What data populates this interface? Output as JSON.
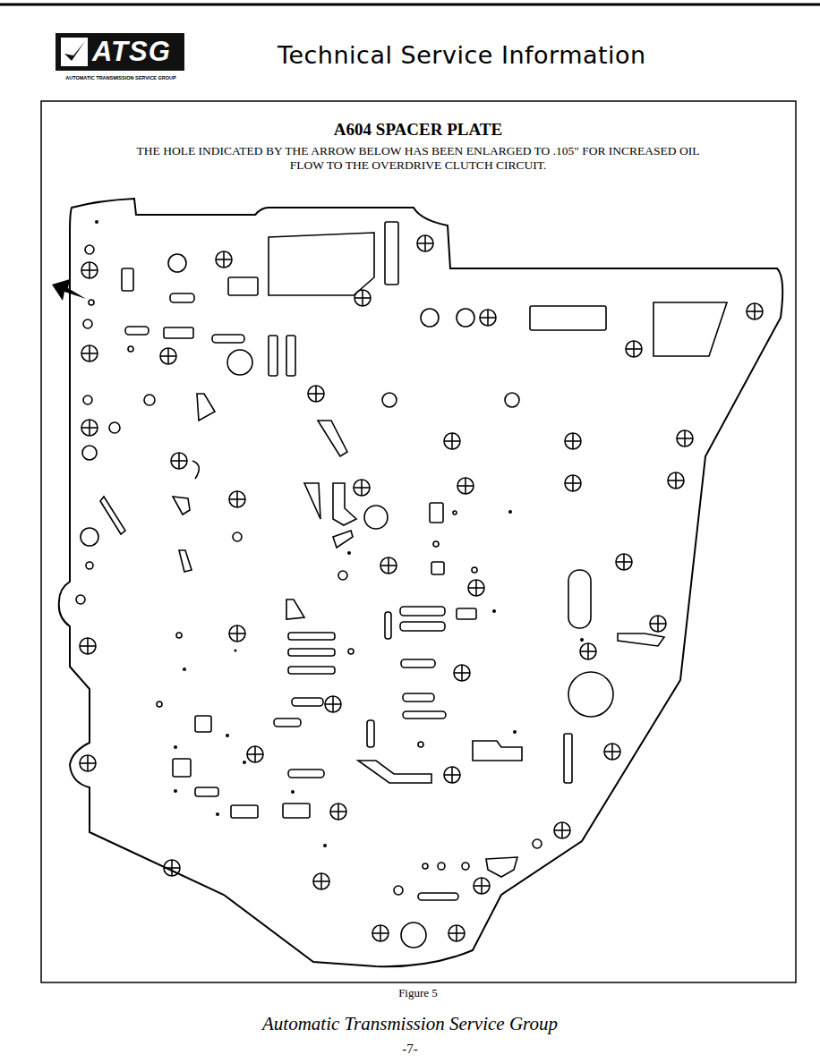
{
  "diagram": {
    "title": "A604 SPACER PLATE",
    "caption": "Figure 5",
    "labels": [
      "ATSG",
      "AUTOMATIC TRANSMISSION SERVICE GROUP",
      "Technical Service Information",
      "THE HOLE INDICATED BY THE ARROW BELOW HAS BEEN ENLARGED TO .105\" FOR INCREASED OIL FLOW TO THE OVERDRIVE CLUTCH CIRCUIT.",
      "Automatic Transmission Service Group",
      "-7-"
    ]
  }
}
